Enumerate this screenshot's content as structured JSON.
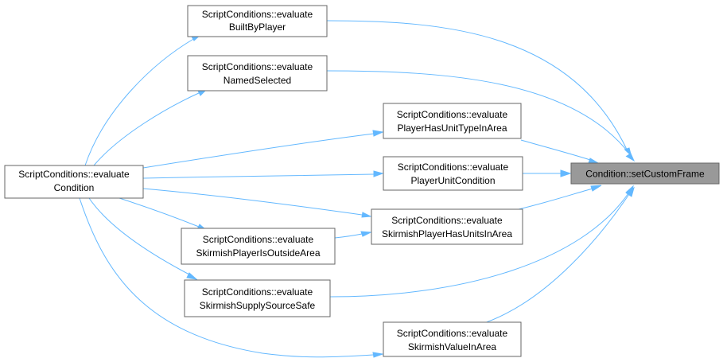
{
  "graph": {
    "nodes": {
      "set_custom_frame": [
        "Condition::setCustomFrame"
      ],
      "built_by_player": [
        "ScriptConditions::evaluate",
        "BuiltByPlayer"
      ],
      "named_selected": [
        "ScriptConditions::evaluate",
        "NamedSelected"
      ],
      "player_has_unit_type_in_area": [
        "ScriptConditions::evaluate",
        "PlayerHasUnitTypeInArea"
      ],
      "evaluate_condition": [
        "ScriptConditions::evaluate",
        "Condition"
      ],
      "player_unit_condition": [
        "ScriptConditions::evaluate",
        "PlayerUnitCondition"
      ],
      "skirmish_player_has_units_in_area": [
        "ScriptConditions::evaluate",
        "SkirmishPlayerHasUnitsInArea"
      ],
      "skirmish_player_is_outside_area": [
        "ScriptConditions::evaluate",
        "SkirmishPlayerIsOutsideArea"
      ],
      "skirmish_supply_source_safe": [
        "ScriptConditions::evaluate",
        "SkirmishSupplySourceSafe"
      ],
      "skirmish_value_in_area": [
        "ScriptConditions::evaluate",
        "SkirmishValueInArea"
      ]
    },
    "edge_color": "#63b8ff",
    "root_fill": "#999999",
    "node_border": "#666666"
  }
}
